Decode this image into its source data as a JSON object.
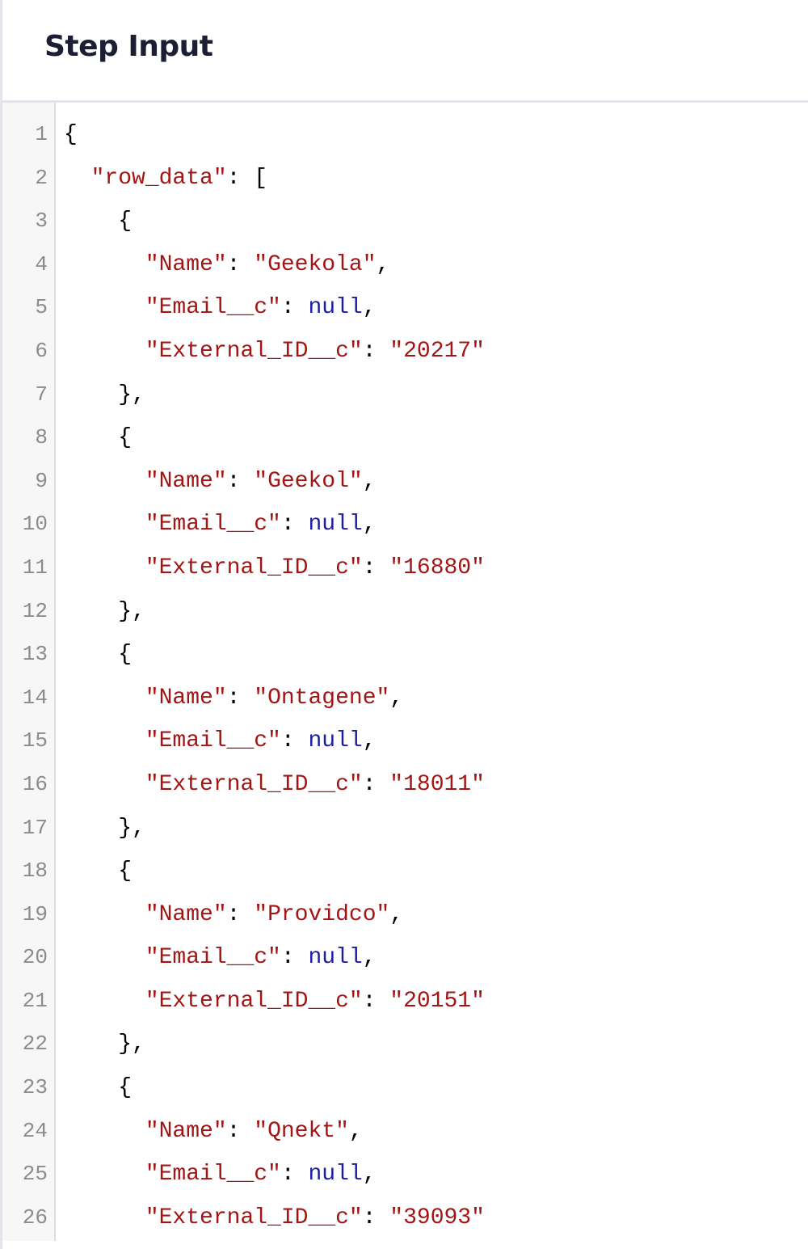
{
  "header": {
    "title": "Step Input"
  },
  "editor": {
    "colors": {
      "string": "#a31515",
      "null": "#1c1ca6",
      "punct": "#000000",
      "gutter_bg": "#f7f7f7",
      "line_number": "#8c8c8c"
    },
    "lines": [
      {
        "n": "1",
        "indent": "",
        "parts": [
          {
            "t": "{",
            "c": "p"
          }
        ]
      },
      {
        "n": "2",
        "indent": "  ",
        "parts": [
          {
            "t": "\"row_data\"",
            "c": "s"
          },
          {
            "t": ": [",
            "c": "p"
          }
        ]
      },
      {
        "n": "3",
        "indent": "    ",
        "parts": [
          {
            "t": "{",
            "c": "p"
          }
        ]
      },
      {
        "n": "4",
        "indent": "      ",
        "parts": [
          {
            "t": "\"Name\"",
            "c": "s"
          },
          {
            "t": ": ",
            "c": "p"
          },
          {
            "t": "\"Geekola\"",
            "c": "s"
          },
          {
            "t": ",",
            "c": "p"
          }
        ]
      },
      {
        "n": "5",
        "indent": "      ",
        "parts": [
          {
            "t": "\"Email__c\"",
            "c": "s"
          },
          {
            "t": ": ",
            "c": "p"
          },
          {
            "t": "null",
            "c": "n"
          },
          {
            "t": ",",
            "c": "p"
          }
        ]
      },
      {
        "n": "6",
        "indent": "      ",
        "parts": [
          {
            "t": "\"External_ID__c\"",
            "c": "s"
          },
          {
            "t": ": ",
            "c": "p"
          },
          {
            "t": "\"20217\"",
            "c": "s"
          }
        ]
      },
      {
        "n": "7",
        "indent": "    ",
        "parts": [
          {
            "t": "},",
            "c": "p"
          }
        ]
      },
      {
        "n": "8",
        "indent": "    ",
        "parts": [
          {
            "t": "{",
            "c": "p"
          }
        ]
      },
      {
        "n": "9",
        "indent": "      ",
        "parts": [
          {
            "t": "\"Name\"",
            "c": "s"
          },
          {
            "t": ": ",
            "c": "p"
          },
          {
            "t": "\"Geekol\"",
            "c": "s"
          },
          {
            "t": ",",
            "c": "p"
          }
        ]
      },
      {
        "n": "10",
        "indent": "      ",
        "parts": [
          {
            "t": "\"Email__c\"",
            "c": "s"
          },
          {
            "t": ": ",
            "c": "p"
          },
          {
            "t": "null",
            "c": "n"
          },
          {
            "t": ",",
            "c": "p"
          }
        ]
      },
      {
        "n": "11",
        "indent": "      ",
        "parts": [
          {
            "t": "\"External_ID__c\"",
            "c": "s"
          },
          {
            "t": ": ",
            "c": "p"
          },
          {
            "t": "\"16880\"",
            "c": "s"
          }
        ]
      },
      {
        "n": "12",
        "indent": "    ",
        "parts": [
          {
            "t": "},",
            "c": "p"
          }
        ]
      },
      {
        "n": "13",
        "indent": "    ",
        "parts": [
          {
            "t": "{",
            "c": "p"
          }
        ]
      },
      {
        "n": "14",
        "indent": "      ",
        "parts": [
          {
            "t": "\"Name\"",
            "c": "s"
          },
          {
            "t": ": ",
            "c": "p"
          },
          {
            "t": "\"Ontagene\"",
            "c": "s"
          },
          {
            "t": ",",
            "c": "p"
          }
        ]
      },
      {
        "n": "15",
        "indent": "      ",
        "parts": [
          {
            "t": "\"Email__c\"",
            "c": "s"
          },
          {
            "t": ": ",
            "c": "p"
          },
          {
            "t": "null",
            "c": "n"
          },
          {
            "t": ",",
            "c": "p"
          }
        ]
      },
      {
        "n": "16",
        "indent": "      ",
        "parts": [
          {
            "t": "\"External_ID__c\"",
            "c": "s"
          },
          {
            "t": ": ",
            "c": "p"
          },
          {
            "t": "\"18011\"",
            "c": "s"
          }
        ]
      },
      {
        "n": "17",
        "indent": "    ",
        "parts": [
          {
            "t": "},",
            "c": "p"
          }
        ]
      },
      {
        "n": "18",
        "indent": "    ",
        "parts": [
          {
            "t": "{",
            "c": "p"
          }
        ]
      },
      {
        "n": "19",
        "indent": "      ",
        "parts": [
          {
            "t": "\"Name\"",
            "c": "s"
          },
          {
            "t": ": ",
            "c": "p"
          },
          {
            "t": "\"Providco\"",
            "c": "s"
          },
          {
            "t": ",",
            "c": "p"
          }
        ]
      },
      {
        "n": "20",
        "indent": "      ",
        "parts": [
          {
            "t": "\"Email__c\"",
            "c": "s"
          },
          {
            "t": ": ",
            "c": "p"
          },
          {
            "t": "null",
            "c": "n"
          },
          {
            "t": ",",
            "c": "p"
          }
        ]
      },
      {
        "n": "21",
        "indent": "      ",
        "parts": [
          {
            "t": "\"External_ID__c\"",
            "c": "s"
          },
          {
            "t": ": ",
            "c": "p"
          },
          {
            "t": "\"20151\"",
            "c": "s"
          }
        ]
      },
      {
        "n": "22",
        "indent": "    ",
        "parts": [
          {
            "t": "},",
            "c": "p"
          }
        ]
      },
      {
        "n": "23",
        "indent": "    ",
        "parts": [
          {
            "t": "{",
            "c": "p"
          }
        ]
      },
      {
        "n": "24",
        "indent": "      ",
        "parts": [
          {
            "t": "\"Name\"",
            "c": "s"
          },
          {
            "t": ": ",
            "c": "p"
          },
          {
            "t": "\"Qnekt\"",
            "c": "s"
          },
          {
            "t": ",",
            "c": "p"
          }
        ]
      },
      {
        "n": "25",
        "indent": "      ",
        "parts": [
          {
            "t": "\"Email__c\"",
            "c": "s"
          },
          {
            "t": ": ",
            "c": "p"
          },
          {
            "t": "null",
            "c": "n"
          },
          {
            "t": ",",
            "c": "p"
          }
        ]
      },
      {
        "n": "26",
        "indent": "      ",
        "parts": [
          {
            "t": "\"External_ID__c\"",
            "c": "s"
          },
          {
            "t": ": ",
            "c": "p"
          },
          {
            "t": "\"39093\"",
            "c": "s"
          }
        ]
      }
    ]
  }
}
